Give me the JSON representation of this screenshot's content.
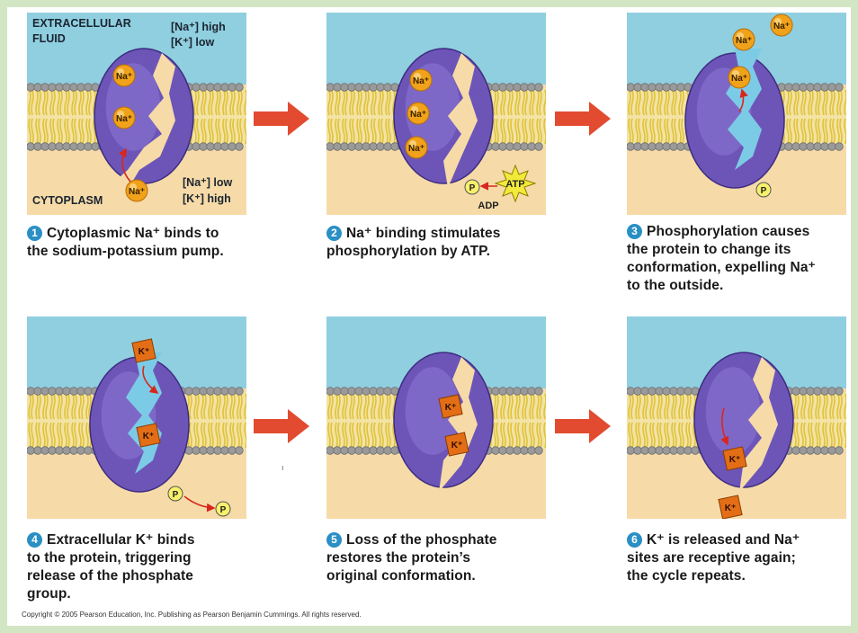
{
  "colors": {
    "extracellular": "#8fcfe0",
    "cytoplasm": "#f6dba8",
    "lipid_tail": "#e0c23a",
    "head": "#8a8a8a",
    "protein": "#6d55b8",
    "channel": "#7ccbe6",
    "na_ion": "#f0a21a",
    "k_ion": "#e36e16",
    "arrow": "#e24b2f",
    "step_circle": "#2a8fc5"
  },
  "panel1": {
    "region_top": "EXTRACELLULAR\nFLUID",
    "region_bottom": "CYTOPLASM",
    "conc_top": [
      "[Na⁺] high",
      "[K⁺] low"
    ],
    "conc_bottom": [
      "[Na⁺] low",
      "[K⁺] high"
    ]
  },
  "ions": {
    "na": "Na⁺",
    "k": "K⁺",
    "phosphate": "P",
    "atp": "ATP",
    "adp": "ADP"
  },
  "steps": [
    {
      "num": "1",
      "text": "Cytoplasmic Na⁺ binds to\nthe sodium-potassium pump."
    },
    {
      "num": "2",
      "text": "Na⁺ binding stimulates\nphosphorylation by ATP."
    },
    {
      "num": "3",
      "text": "Phosphorylation causes\nthe protein to change its\nconformation, expelling Na⁺\nto the outside."
    },
    {
      "num": "4",
      "text": "Extracellular K⁺ binds\nto the protein, triggering\nrelease of the phosphate\ngroup."
    },
    {
      "num": "5",
      "text": "Loss of the phosphate\nrestores the protein’s\noriginal conformation."
    },
    {
      "num": "6",
      "text": "K⁺ is released and Na⁺\nsites are receptive again;\nthe cycle repeats."
    }
  ],
  "copyright": "Copyright © 2005 Pearson Education, Inc. Publishing as Pearson Benjamin Cummings. All rights reserved.",
  "stray_mark": "ı"
}
